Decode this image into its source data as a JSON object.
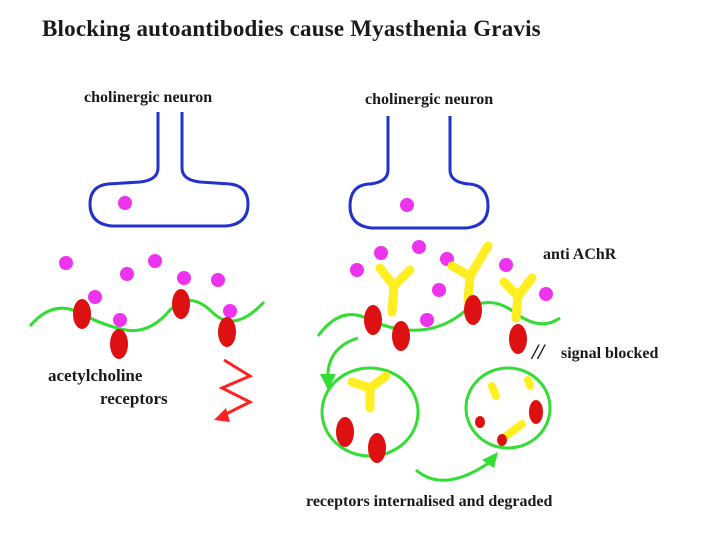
{
  "title": "Blocking autoantibodies cause Myasthenia Gravis",
  "labels": {
    "neuron_left": "cholinergic neuron",
    "neuron_right": "cholinergic neuron",
    "ach_receptors_line1": "acetylcholine",
    "ach_receptors_line2": "receptors",
    "anti_achr": "anti AChR",
    "block_marks": "//",
    "signal_blocked": "signal blocked",
    "internalised": "receptors internalised and degraded"
  },
  "colors": {
    "neuron": "#2233cc",
    "membrane": "#33dd33",
    "receptor": "#dd1111",
    "acetylcholine": "#ee33ee",
    "antibody": "#ffee22",
    "signal": "#ff2222",
    "arrow": "#33dd33"
  }
}
